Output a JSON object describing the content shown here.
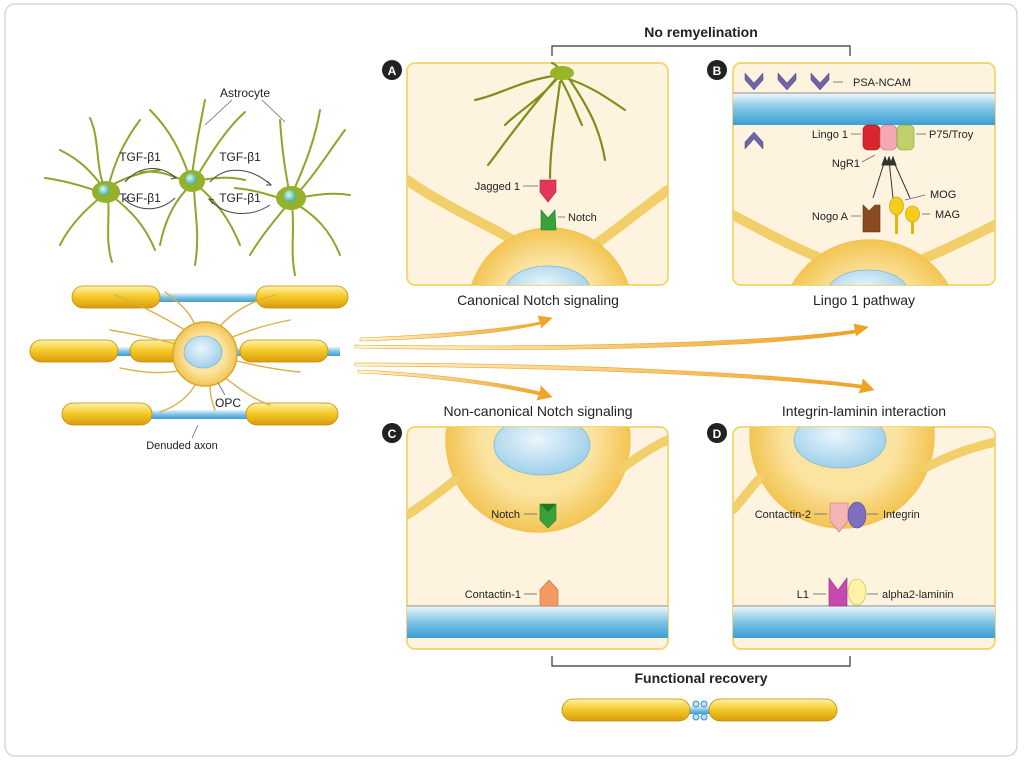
{
  "titles": {
    "no_remyelination": "No remyelination",
    "functional_recovery": "Functional recovery"
  },
  "left": {
    "astrocyte": "Astrocyte",
    "tgf1": "TGF-β1",
    "tgf2": "TGF-β1",
    "tgf3": "TGF-β1",
    "tgf4": "TGF-β1",
    "opc": "OPC",
    "denuded_axon": "Denuded axon"
  },
  "panel_a": {
    "badge": "A",
    "caption": "Canonical  Notch signaling",
    "jagged": "Jagged 1",
    "notch": "Notch"
  },
  "panel_b": {
    "badge": "B",
    "caption": "Lingo 1 pathway",
    "psa": "PSA-NCAM",
    "lingo": "Lingo 1",
    "p75": "P75/Troy",
    "ngr1": "NgR1",
    "mog": "MOG",
    "nogo": "Nogo A",
    "mag": "MAG"
  },
  "panel_c": {
    "badge": "C",
    "caption": "Non-canonical  Notch signaling",
    "notch": "Notch",
    "contactin1": "Contactin-1"
  },
  "panel_d": {
    "badge": "D",
    "caption": "Integrin-laminin interaction",
    "contactin2": "Contactin-2",
    "integrin": "Integrin",
    "l1": "L1",
    "laminin": "alpha2-laminin"
  },
  "colors": {
    "panel_fill": "#fdf3df",
    "panel_border": "#f3d87a",
    "myelin": "#f1c21b",
    "axon": "#8cc8e8",
    "cell": "#f7d36f",
    "nucleus": "#bfe0f0",
    "astro": "#8faa25",
    "arrow": "#f0b640"
  }
}
